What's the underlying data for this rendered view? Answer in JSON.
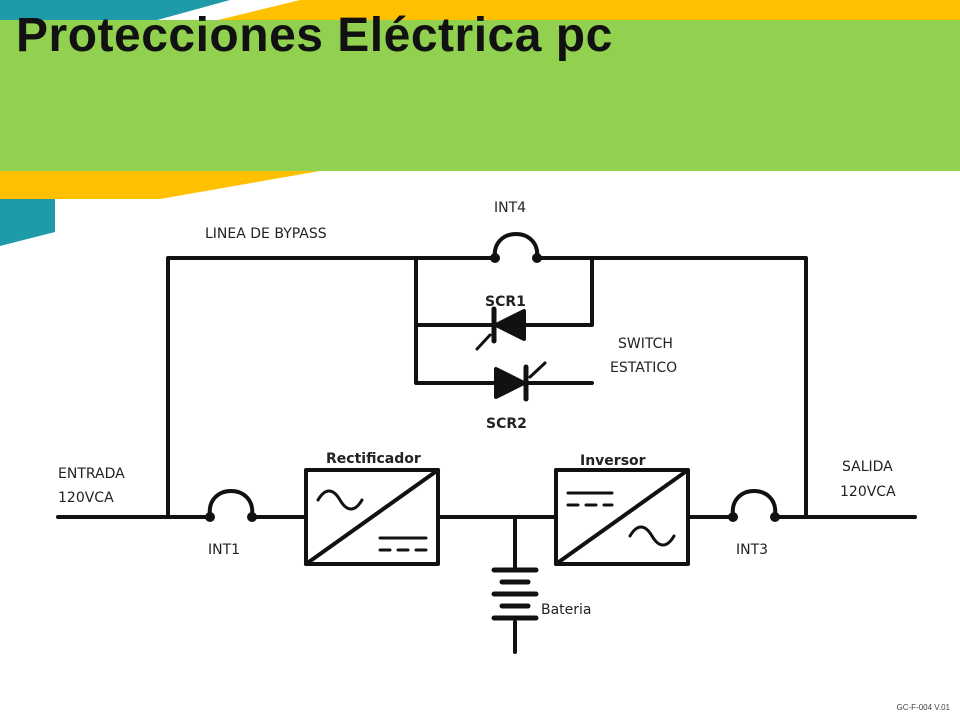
{
  "slide": {
    "title": "Protecciones Eléctrica pc",
    "footer_code": "GC-F-004 V.01"
  },
  "diagram": {
    "bypass_label": "LINEA DE BYPASS",
    "int4_label": "INT4",
    "scr1_label": "SCR1",
    "scr2_label": "SCR2",
    "switch_label_line1": "SWITCH",
    "switch_label_line2": "ESTATICO",
    "input_label_line1": "ENTRADA",
    "input_label_line2": "120VCA",
    "output_label_line1": "SALIDA",
    "output_label_line2": "120VCA",
    "int1_label": "INT1",
    "int3_label": "INT3",
    "rectifier_label": "Rectificador",
    "inverter_label": "Inversor",
    "battery_label": "Bateria"
  },
  "colors": {
    "header_green": "#92d050",
    "accent_yellow": "#ffc000",
    "accent_teal": "#1f9aa8"
  }
}
